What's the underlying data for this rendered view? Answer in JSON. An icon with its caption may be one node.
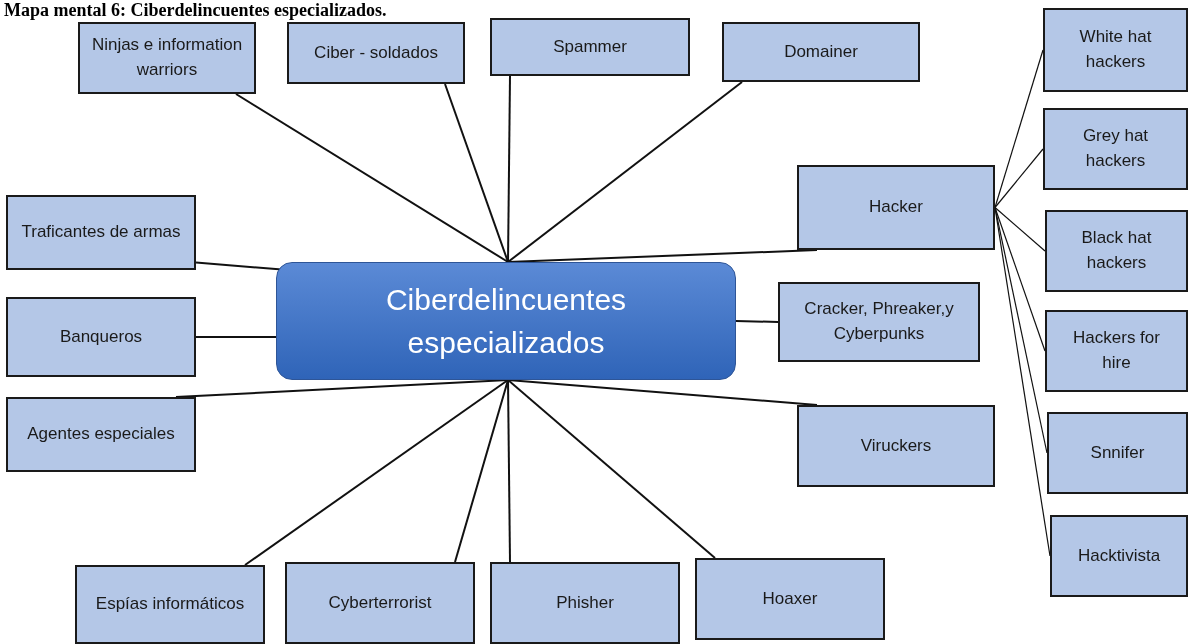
{
  "diagram": {
    "title": "Mapa mental 6: Ciberdelincuentes especializados.",
    "nodes": [
      {
        "text": [
          "Ciberdelincuentes especializados"
        ]
      },
      {
        "text": [
          "Ninjas e information warriors"
        ]
      },
      {
        "text": [
          "Ciber - soldados"
        ]
      },
      {
        "text": [
          "Spammer"
        ]
      },
      {
        "text": [
          "Domainer"
        ]
      },
      {
        "text": [
          "Traficantes de armas"
        ]
      },
      {
        "text": [
          "Banqueros"
        ]
      },
      {
        "text": [
          "Agentes especiales"
        ]
      },
      {
        "text": [
          "Hacker"
        ]
      },
      {
        "text": [
          "Cracker, Phreaker,y Cyberpunks"
        ]
      },
      {
        "text": [
          "Viruckers"
        ]
      },
      {
        "text": [
          "White hat hackers"
        ]
      },
      {
        "text": [
          "Grey hat hackers"
        ]
      },
      {
        "text": [
          "Black hat hackers"
        ]
      },
      {
        "text": [
          "Hackers for hire"
        ]
      },
      {
        "text": [
          "Snnifer"
        ]
      },
      {
        "text": [
          "Hacktivista"
        ]
      },
      {
        "text": [
          "Espías informáticos"
        ]
      },
      {
        "text": [
          "Cyberterrorist"
        ]
      },
      {
        "text": [
          "Phisher"
        ]
      },
      {
        "text": [
          "Hoaxer"
        ]
      }
    ],
    "edges": [
      {
        "from": 0,
        "to": 1,
        "arrow": "none"
      },
      {
        "from": 0,
        "to": 2,
        "arrow": "none"
      },
      {
        "from": 0,
        "to": 3,
        "arrow": "none"
      },
      {
        "from": 0,
        "to": 4,
        "arrow": "none"
      },
      {
        "from": 0,
        "to": 5,
        "arrow": "none"
      },
      {
        "from": 0,
        "to": 6,
        "arrow": "none"
      },
      {
        "from": 0,
        "to": 7,
        "arrow": "none"
      },
      {
        "from": 0,
        "to": 8,
        "arrow": "none"
      },
      {
        "from": 0,
        "to": 9,
        "arrow": "none"
      },
      {
        "from": 0,
        "to": 10,
        "arrow": "none"
      },
      {
        "from": 8,
        "to": 11,
        "arrow": "none"
      },
      {
        "from": 8,
        "to": 12,
        "arrow": "none"
      },
      {
        "from": 8,
        "to": 13,
        "arrow": "none"
      },
      {
        "from": 8,
        "to": 14,
        "arrow": "none"
      },
      {
        "from": 8,
        "to": 15,
        "arrow": "none"
      },
      {
        "from": 8,
        "to": 16,
        "arrow": "none"
      },
      {
        "from": 0,
        "to": 17,
        "arrow": "none"
      },
      {
        "from": 0,
        "to": 18,
        "arrow": "none"
      },
      {
        "from": 0,
        "to": 19,
        "arrow": "none"
      },
      {
        "from": 0,
        "to": 20,
        "arrow": "none"
      }
    ]
  }
}
